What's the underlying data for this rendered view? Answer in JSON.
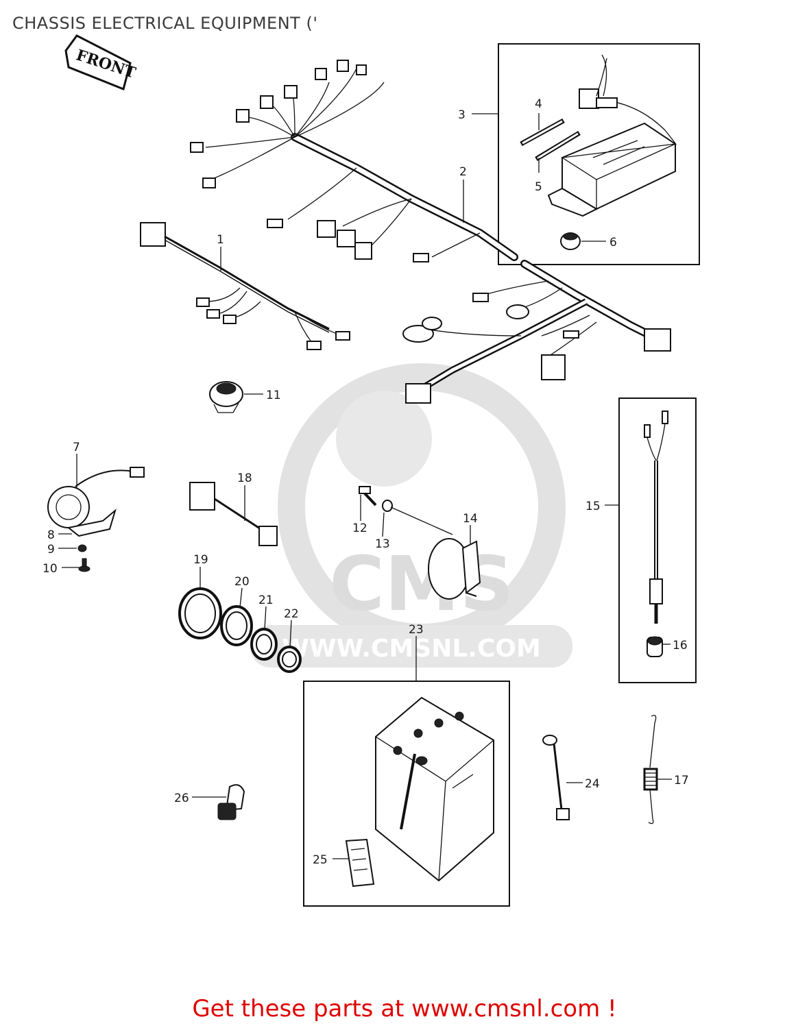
{
  "page": {
    "title": "CHASSIS ELECTRICAL EQUIPMENT  ('"
  },
  "diagram": {
    "front_label": "FRONT",
    "watermark": "WWW.CMSNL.COM",
    "watermark_logo": "CMS",
    "callouts": [
      "1",
      "2",
      "3",
      "4",
      "5",
      "6",
      "7",
      "8",
      "9",
      "10",
      "11",
      "12",
      "13",
      "14",
      "15",
      "16",
      "17",
      "18",
      "19",
      "20",
      "21",
      "22",
      "23",
      "24",
      "25",
      "26"
    ]
  },
  "footer": {
    "text": "Get these parts at www.cmsnl.com !"
  },
  "colors": {
    "footer_red": "#e00000",
    "line": "#111111",
    "watermark_gray": "#dcdcdc"
  }
}
